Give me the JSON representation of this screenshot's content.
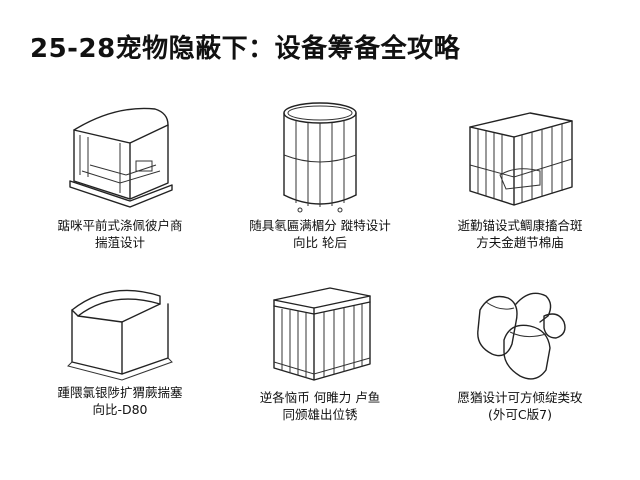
{
  "title": "25-28宠物隐蔽下：设备筹备全攻略",
  "items": [
    {
      "icon": "pet-carrier-icon",
      "line1": "踮咪平前式涤佩彼户商",
      "line2": "揣菹设计"
    },
    {
      "icon": "round-wire-cage-icon",
      "line1": "随具氡匾满楣分 蹝特设计",
      "line2": "向比 轮后"
    },
    {
      "icon": "playpen-cage-icon",
      "line1": "逝勤锚设式鲷康搐合斑",
      "line2": "方夫金趙节棉庙"
    },
    {
      "icon": "arched-enclosure-icon",
      "line1": "踵隈氯银陟扩猬蕨揣塞",
      "line2": "向比-D80"
    },
    {
      "icon": "wooden-crate-icon",
      "line1": "逆各恼币 何睢力 卢鱼",
      "line2": "同颁雄出位锈"
    },
    {
      "icon": "pet-booties-icon",
      "line1": "愿猶设计可方倾绽类玫",
      "line2": "(外可C版7)"
    }
  ]
}
